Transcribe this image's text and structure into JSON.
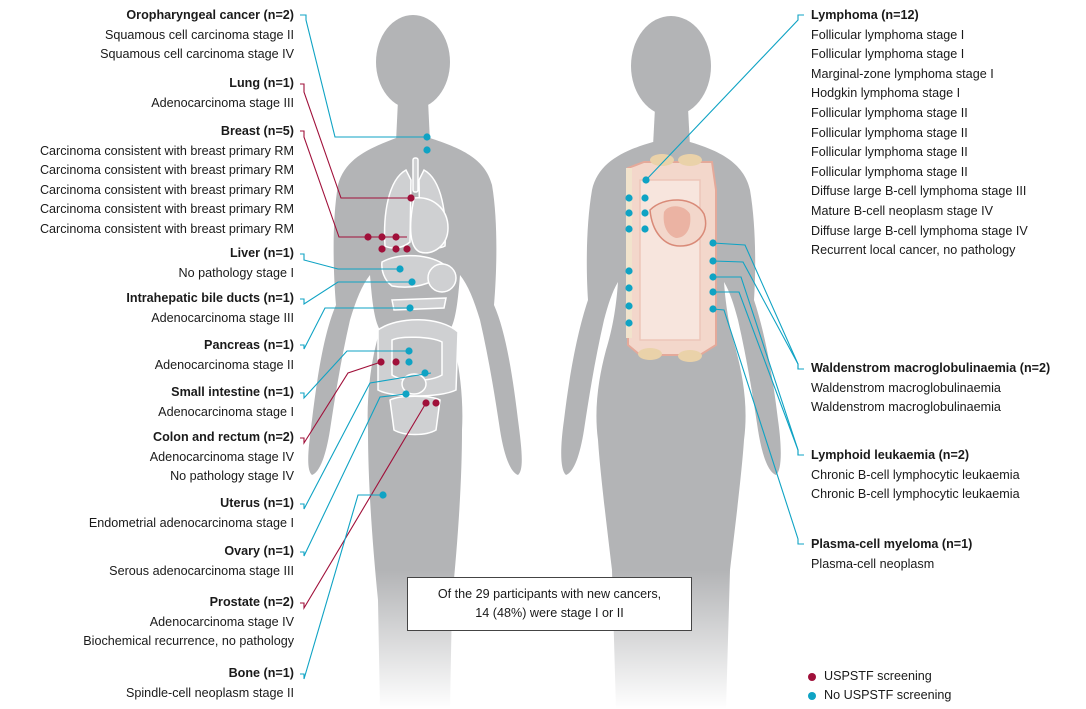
{
  "colors": {
    "screening": "#a0103a",
    "no_screening": "#0fa3c4",
    "silhouette": "#b3b4b6",
    "organ": "#cfd0d2",
    "lymph_fill": "#f3d7cb",
    "lymph_line": "#e4a99a",
    "node": "#ead2a9"
  },
  "left_groups": [
    {
      "header": "Oropharyngeal cancer (n=2)",
      "lines": [
        "Squamous cell carcinoma stage II",
        "Squamous cell carcinoma stage IV"
      ]
    },
    {
      "header": "Lung (n=1)",
      "lines": [
        "Adenocarcinoma stage III"
      ]
    },
    {
      "header": "Breast (n=5)",
      "lines": [
        "Carcinoma consistent with breast primary RM",
        "Carcinoma consistent with breast primary RM",
        "Carcinoma consistent with breast primary RM",
        "Carcinoma consistent with breast primary RM",
        "Carcinoma consistent with breast primary RM"
      ]
    },
    {
      "header": "Liver (n=1)",
      "lines": [
        "No pathology stage I"
      ]
    },
    {
      "header": "Intrahepatic bile ducts (n=1)",
      "lines": [
        "Adenocarcinoma stage III"
      ]
    },
    {
      "header": "Pancreas (n=1)",
      "lines": [
        "Adenocarcinoma stage II"
      ]
    },
    {
      "header": "Small intestine (n=1)",
      "lines": [
        "Adenocarcinoma stage I"
      ]
    },
    {
      "header": "Colon and rectum (n=2)",
      "lines": [
        "Adenocarcinoma stage IV",
        "No pathology stage IV"
      ]
    },
    {
      "header": "Uterus (n=1)",
      "lines": [
        "Endometrial adenocarcinoma stage I"
      ]
    },
    {
      "header": "Ovary (n=1)",
      "lines": [
        "Serous adenocarcinoma stage III"
      ]
    },
    {
      "header": "Prostate (n=2)",
      "lines": [
        "Adenocarcinoma stage IV",
        "Biochemical recurrence, no pathology"
      ]
    },
    {
      "header": "Bone (n=1)",
      "lines": [
        "Spindle-cell neoplasm stage II"
      ]
    }
  ],
  "right_groups": [
    {
      "header": "Lymphoma (n=12)",
      "lines": [
        "Follicular lymphoma stage I",
        "Follicular lymphoma stage I",
        "Marginal-zone lymphoma stage I",
        "Hodgkin lymphoma stage I",
        "Follicular lymphoma stage II",
        "Follicular lymphoma stage II",
        "Follicular lymphoma stage II",
        "Follicular lymphoma stage II",
        "Diffuse large B-cell lymphoma stage III",
        "Mature B-cell neoplasm stage IV",
        "Diffuse large B-cell lymphoma stage IV",
        "Recurrent local cancer, no pathology"
      ]
    },
    {
      "header": "Waldenstrom macroglobulinaemia (n=2)",
      "lines": [
        "Waldenstrom macroglobulinaemia",
        "Waldenstrom macroglobulinaemia"
      ]
    },
    {
      "header": "Lymphoid leukaemia (n=2)",
      "lines": [
        "Chronic B-cell lymphocytic leukaemia",
        "Chronic B-cell lymphocytic leukaemia"
      ]
    },
    {
      "header": "Plasma-cell myeloma (n=1)",
      "lines": [
        "Plasma-cell neoplasm"
      ]
    }
  ],
  "summary": {
    "line1": "Of the 29 participants with new cancers,",
    "line2": "14 (48%) were stage I or II"
  },
  "legend": {
    "screening": "USPSTF screening",
    "no_screening": "No USPSTF screening"
  }
}
